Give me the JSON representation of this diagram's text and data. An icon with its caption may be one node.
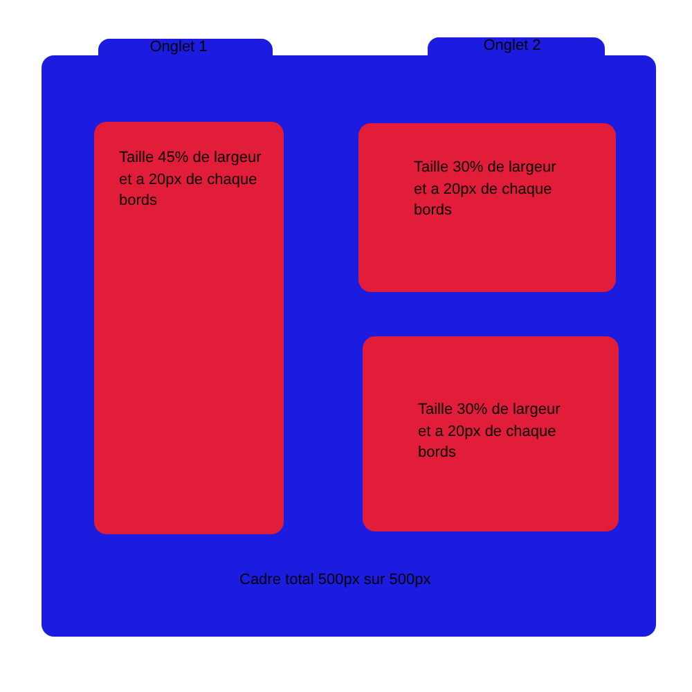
{
  "diagram": {
    "nodes": [
      {
        "text": [
          "Cadre total 500px sur 500px"
        ]
      },
      {
        "text": [
          "Onglet 1"
        ]
      },
      {
        "text": [
          "Onglet 2"
        ]
      },
      {
        "text": [
          "Taille 45% de largeur et a 20px de chaque bords"
        ],
        "in": 0
      },
      {
        "text": [
          "Taille 30% de largeur et a 20px de chaque bords"
        ],
        "in": 0
      },
      {
        "text": [
          "Taille 30% de largeur et a 20px de chaque bords"
        ],
        "in": 0
      }
    ]
  }
}
